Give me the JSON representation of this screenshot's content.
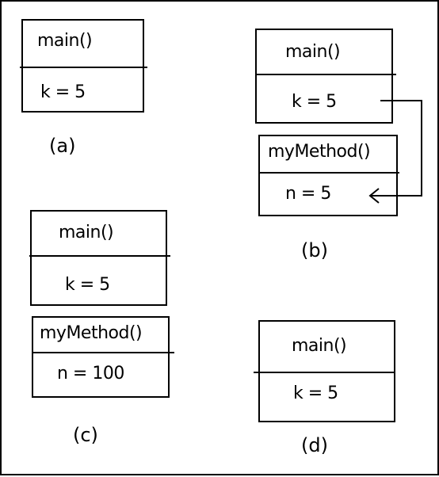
{
  "diagram": {
    "panel_a": {
      "caption": "(a)",
      "frames": [
        {
          "method": "main()",
          "variable": "k = 5"
        }
      ]
    },
    "panel_b": {
      "caption": "(b)",
      "frames": [
        {
          "method": "main()",
          "variable": "k = 5"
        },
        {
          "method": "myMethod()",
          "variable": "n = 5"
        }
      ]
    },
    "panel_c": {
      "caption": "(c)",
      "frames": [
        {
          "method": "main()",
          "variable": "k = 5"
        },
        {
          "method": "myMethod()",
          "variable": "n = 100"
        }
      ]
    },
    "panel_d": {
      "caption": "(d)",
      "frames": [
        {
          "method": "main()",
          "variable": "k = 5"
        }
      ]
    }
  }
}
